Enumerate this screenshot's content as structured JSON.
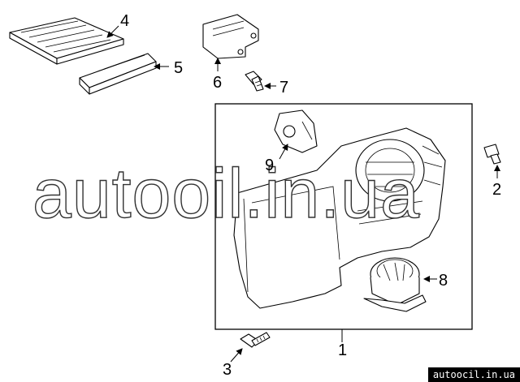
{
  "callouts": [
    "1",
    "2",
    "3",
    "4",
    "5",
    "6",
    "7",
    "8",
    "9"
  ],
  "watermark": "autooil.in.ua",
  "footer_text": "autoocil.in.ua"
}
